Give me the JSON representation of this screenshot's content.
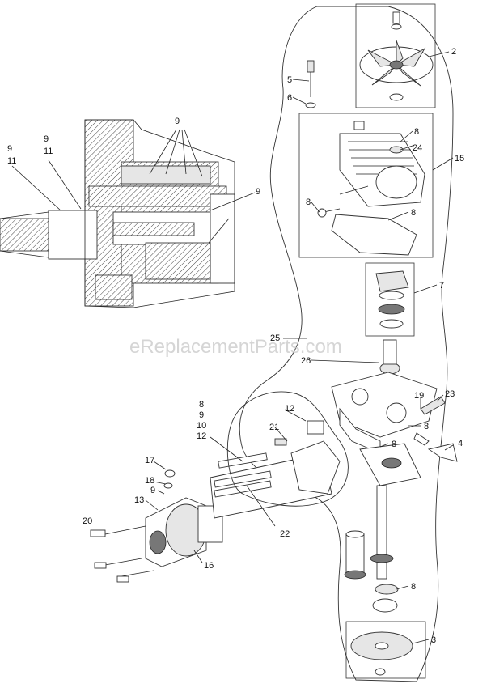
{
  "watermark": "eReplacementParts.com",
  "callouts": [
    {
      "id": "c9a",
      "text": "9"
    },
    {
      "id": "c9b",
      "text": "9"
    },
    {
      "id": "c11b",
      "text": "11"
    },
    {
      "id": "c9c",
      "text": "9"
    },
    {
      "id": "c11c",
      "text": "11"
    },
    {
      "id": "c9d",
      "text": "9"
    },
    {
      "id": "c2",
      "text": "2"
    },
    {
      "id": "c5",
      "text": "5"
    },
    {
      "id": "c6",
      "text": "6"
    },
    {
      "id": "c8a",
      "text": "8"
    },
    {
      "id": "c24",
      "text": "24"
    },
    {
      "id": "c15",
      "text": "15"
    },
    {
      "id": "c8b",
      "text": "8"
    },
    {
      "id": "c8c",
      "text": "8"
    },
    {
      "id": "c7",
      "text": "7"
    },
    {
      "id": "c25",
      "text": "25"
    },
    {
      "id": "c26",
      "text": "26"
    },
    {
      "id": "c19",
      "text": "19"
    },
    {
      "id": "c23",
      "text": "23"
    },
    {
      "id": "c8d",
      "text": "8"
    },
    {
      "id": "c4",
      "text": "4"
    },
    {
      "id": "c8e",
      "text": "8"
    },
    {
      "id": "c8f",
      "text": "8"
    },
    {
      "id": "c9e",
      "text": "9"
    },
    {
      "id": "c10",
      "text": "10"
    },
    {
      "id": "c12a",
      "text": "12"
    },
    {
      "id": "c12b",
      "text": "12"
    },
    {
      "id": "c21",
      "text": "21"
    },
    {
      "id": "c17",
      "text": "17"
    },
    {
      "id": "c18",
      "text": "18"
    },
    {
      "id": "c9f",
      "text": "9"
    },
    {
      "id": "c13",
      "text": "13"
    },
    {
      "id": "c20",
      "text": "20"
    },
    {
      "id": "c22",
      "text": "22"
    },
    {
      "id": "c16",
      "text": "16"
    },
    {
      "id": "c8g",
      "text": "8"
    },
    {
      "id": "c3",
      "text": "3"
    }
  ]
}
